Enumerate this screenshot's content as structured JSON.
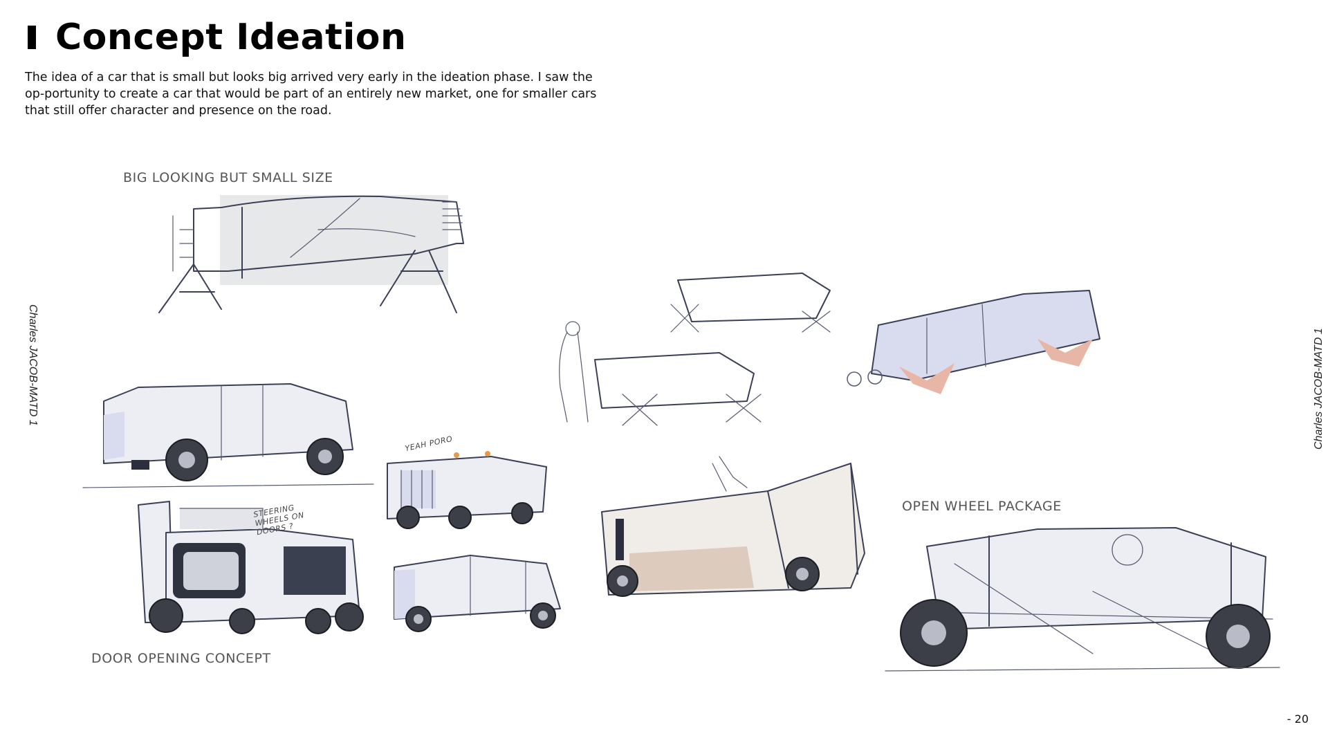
{
  "header": {
    "title": "Concept Ideation",
    "intro": "The idea of a car that is small but looks big arrived very early in the ideation phase. I saw the op-portunity to create a car that would be part of an entirely new market, one for smaller cars that still offer character and presence on the road."
  },
  "side_labels": {
    "left": "Charles JACOB-MATD 1",
    "right": "Charles JACOB-MATD 1"
  },
  "captions": {
    "big_looking": "BIG LOOKING BUT SMALL SIZE",
    "open_wheel": "OPEN WHEEL PACKAGE",
    "door_opening": "DOOR OPENING CONCEPT"
  },
  "annotations": {
    "yeah": "YEAH PORO",
    "steering": "STEERING WHEELS ON DOORS ?"
  },
  "page_number": "- 20"
}
